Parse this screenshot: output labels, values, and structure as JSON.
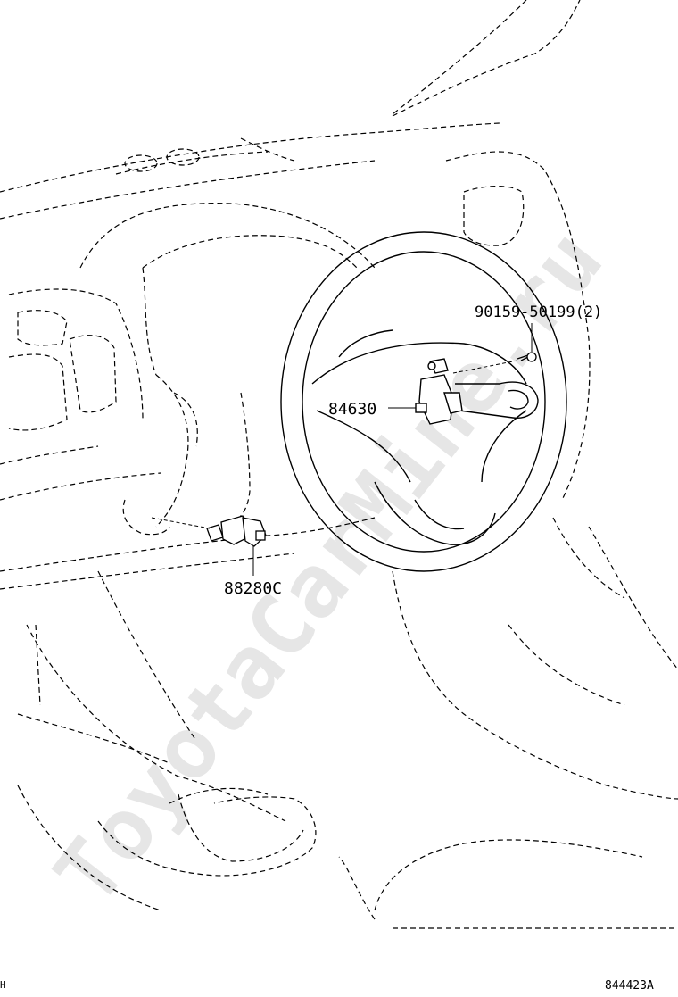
{
  "diagram": {
    "parts": [
      {
        "id": "part-84630",
        "label": "84630"
      },
      {
        "id": "part-88280c",
        "label": "88280C"
      },
      {
        "id": "part-90159",
        "label": "90159-50199(2)"
      }
    ],
    "footer_left": "H",
    "footer_right": "844423A",
    "watermark": "ToyotaCarMine.ru"
  },
  "colors": {
    "line": "#000000",
    "watermark": "#e6e6e6"
  }
}
